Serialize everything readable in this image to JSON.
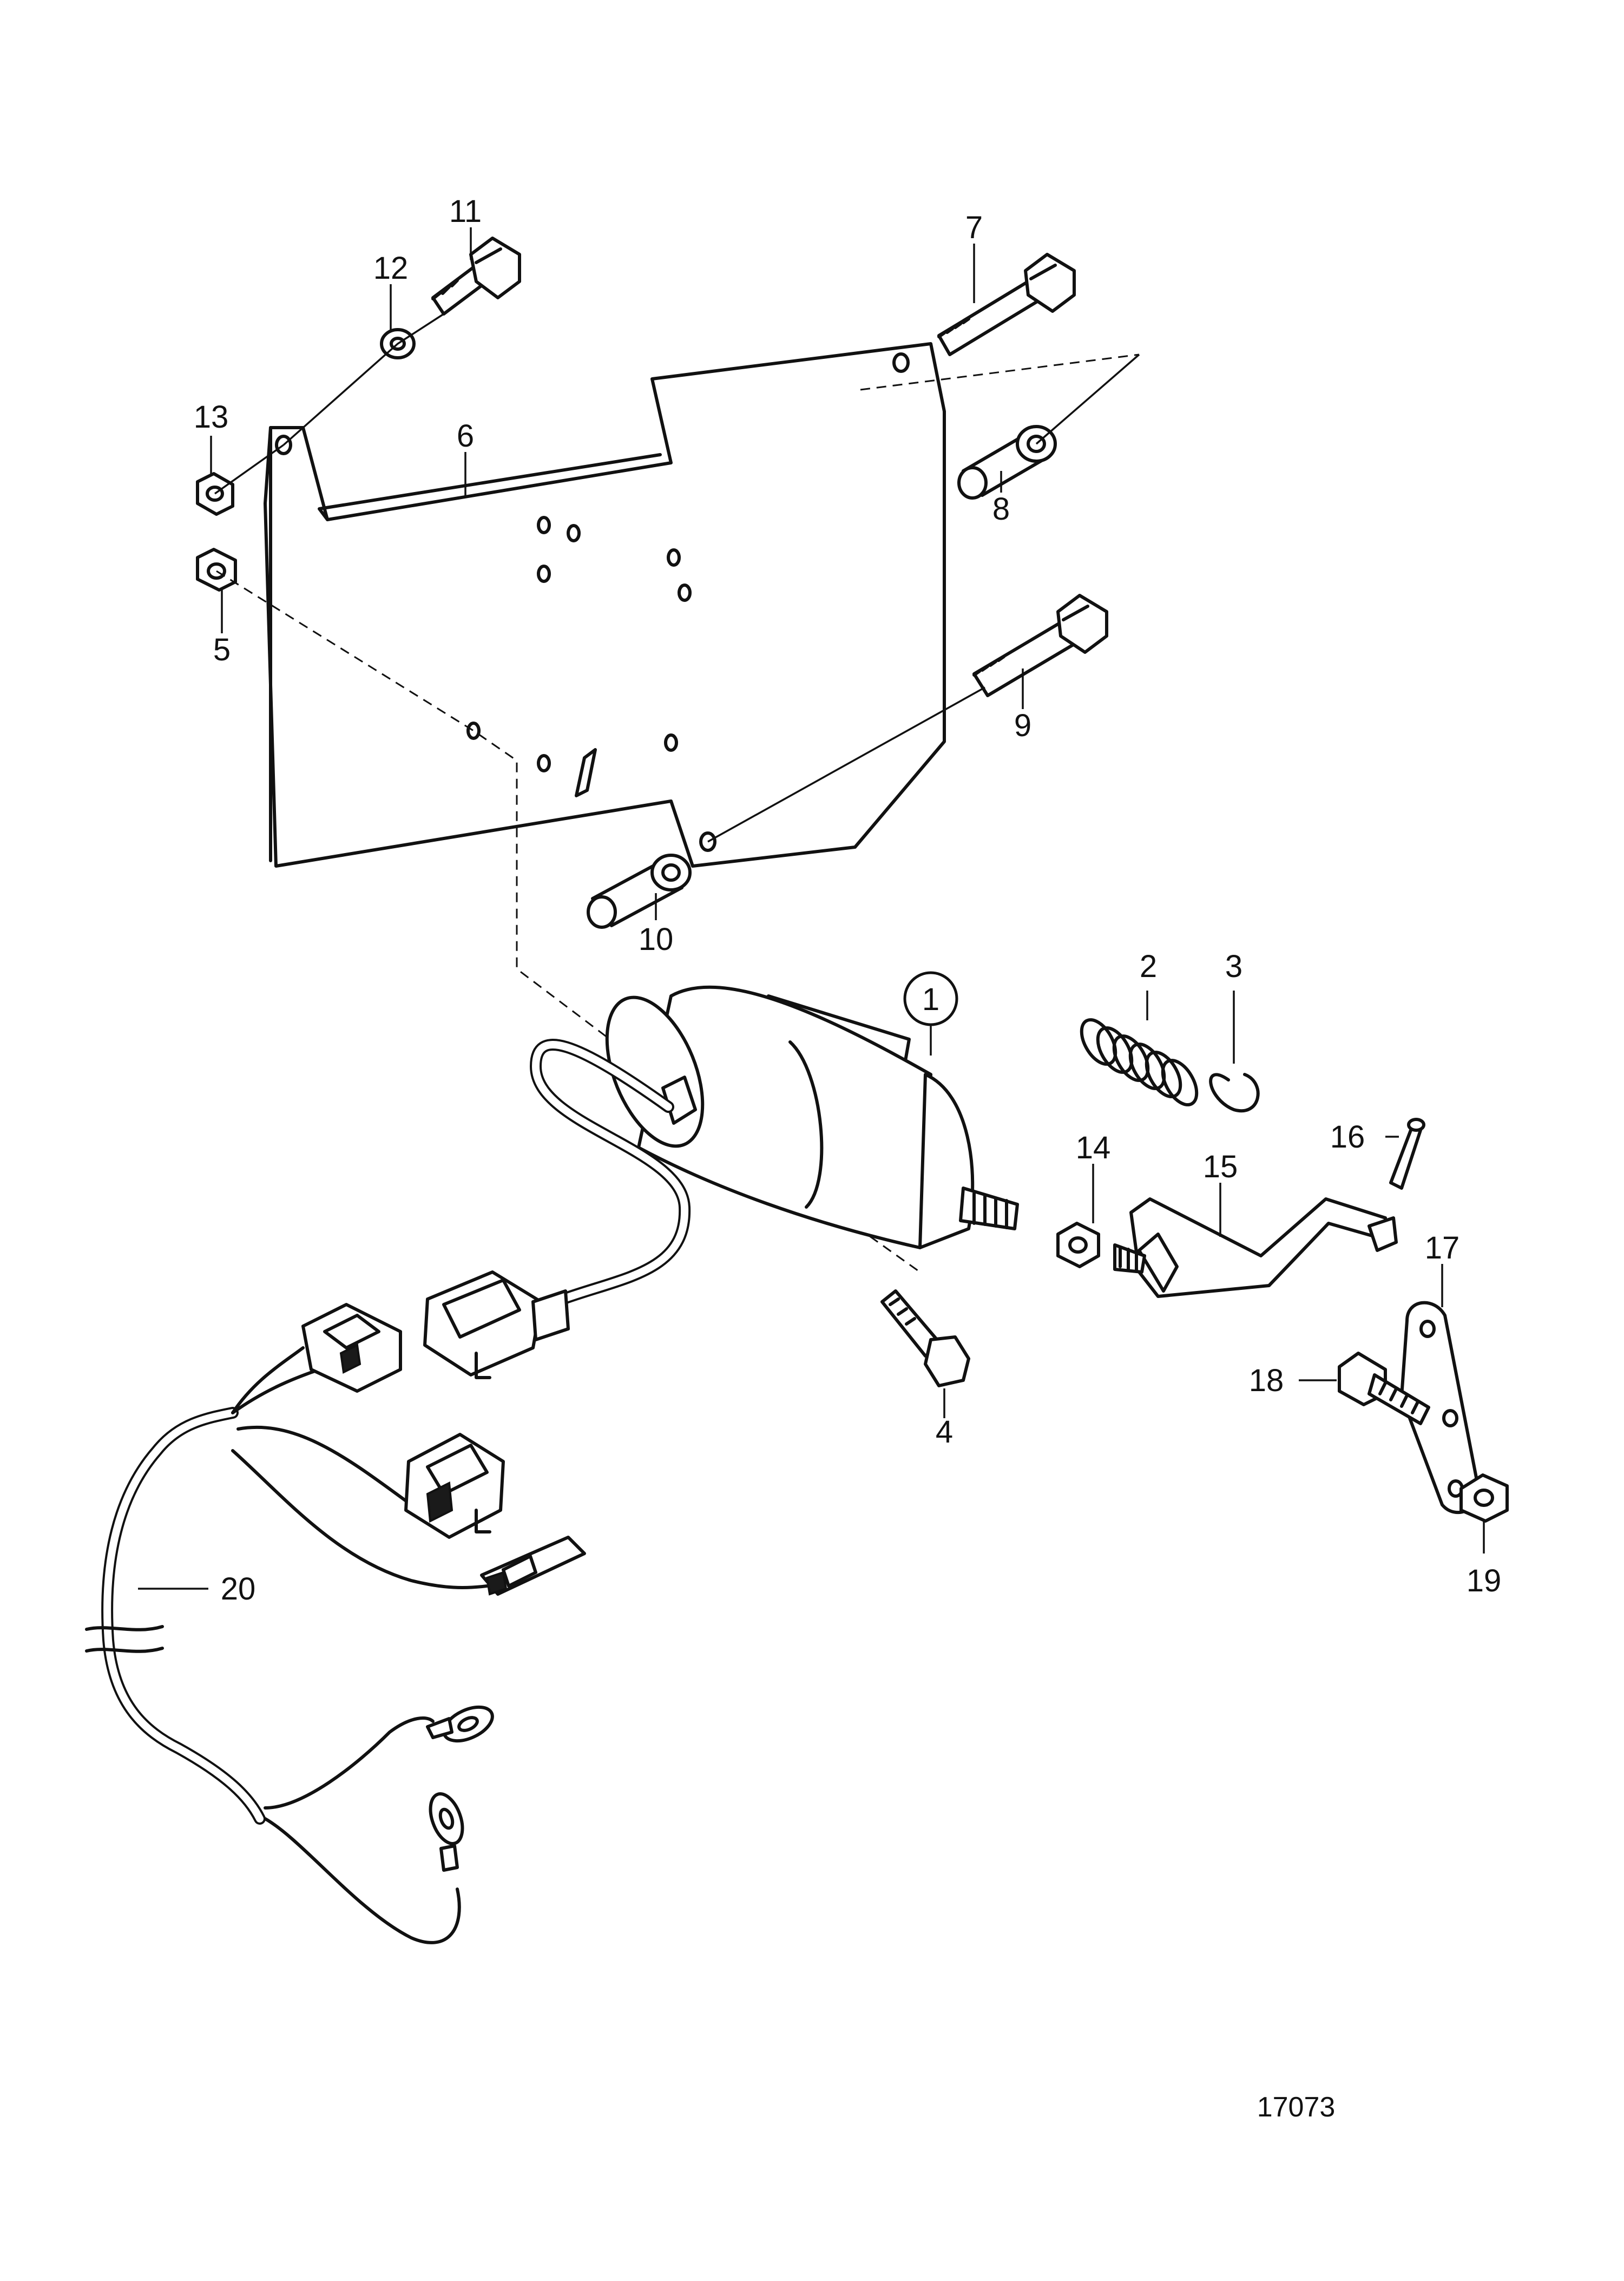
{
  "callouts": {
    "c1": "1",
    "c2": "2",
    "c3": "3",
    "c4": "4",
    "c5": "5",
    "c6": "6",
    "c7": "7",
    "c8": "8",
    "c9": "9",
    "c10": "10",
    "c11": "11",
    "c12": "12",
    "c13": "13",
    "c14": "14",
    "c15": "15",
    "c16": "16",
    "c17": "17",
    "c18": "18",
    "c19": "19",
    "c20": "20"
  },
  "drawing_id": "17073"
}
